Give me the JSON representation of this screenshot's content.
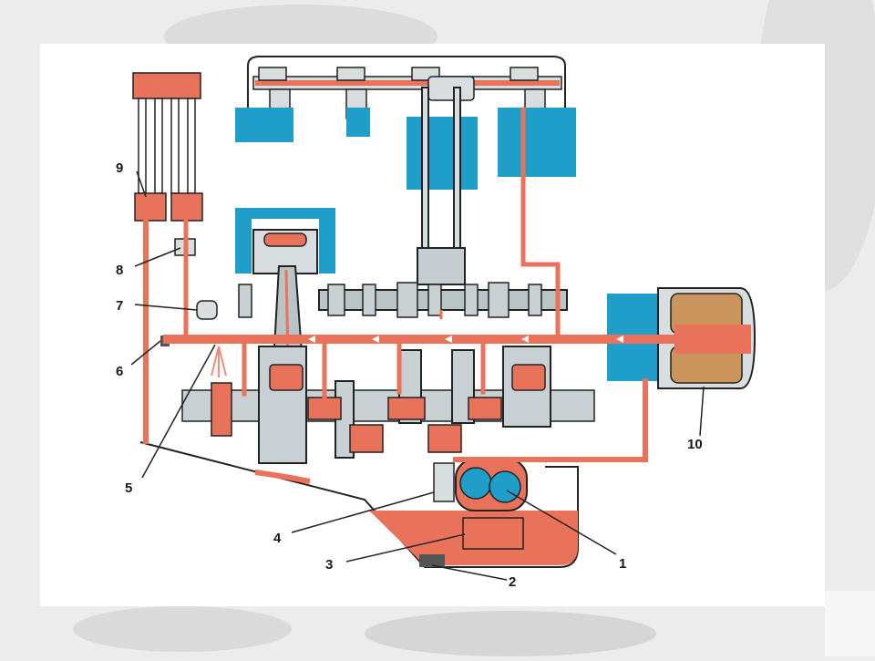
{
  "labels": [
    {
      "id": "1",
      "text": "1"
    },
    {
      "id": "2",
      "text": "2"
    },
    {
      "id": "3",
      "text": "3"
    },
    {
      "id": "4",
      "text": "4"
    },
    {
      "id": "5",
      "text": "5"
    },
    {
      "id": "6",
      "text": "6"
    },
    {
      "id": "7",
      "text": "7"
    },
    {
      "id": "8",
      "text": "8"
    },
    {
      "id": "9",
      "text": "9"
    },
    {
      "id": "10",
      "text": "10"
    }
  ],
  "colors": {
    "oil": "#e8735a",
    "oil_light": "#f2a48a",
    "block_blue": "#1f9ec9",
    "steel": "#b9c4c7",
    "filter_element": "#c9955d",
    "outline": "#222222"
  },
  "icons": [
    "flow-arrow-icon",
    "oil-spray-icon"
  ]
}
